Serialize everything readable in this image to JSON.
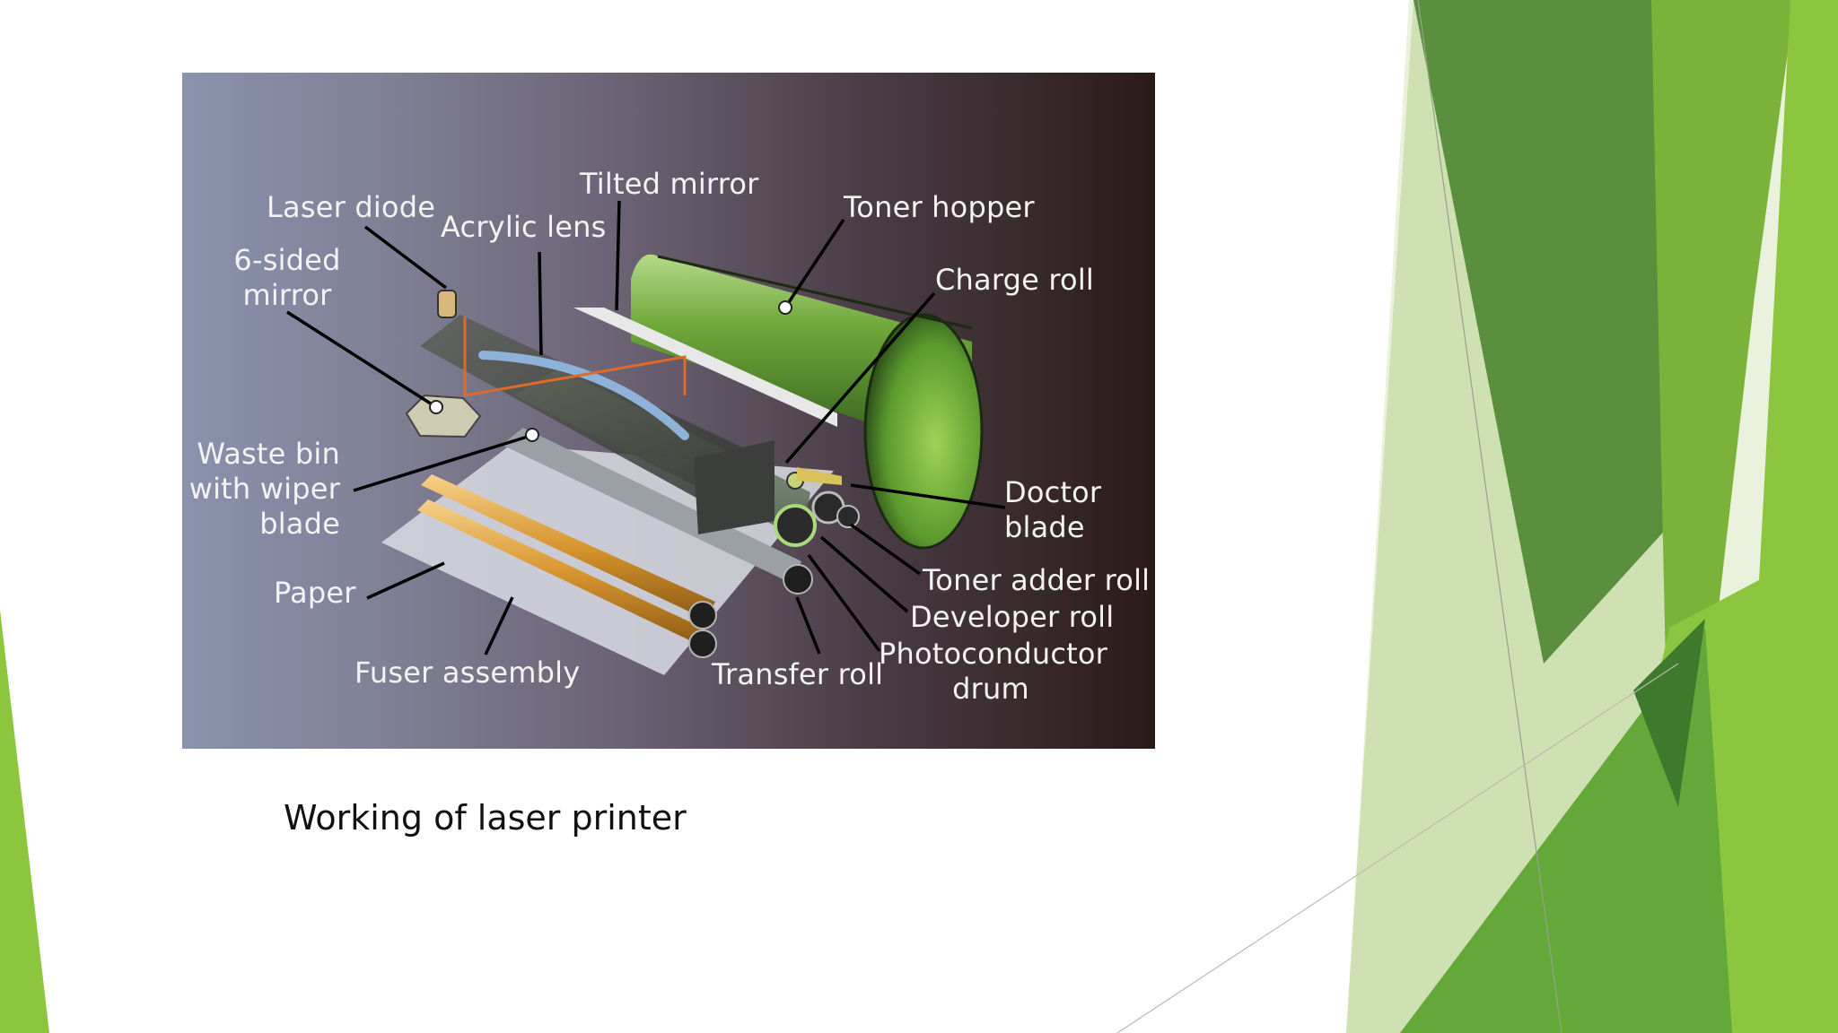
{
  "slide": {
    "caption": "Working of laser printer",
    "theme_colors": {
      "dark_green": "#4f8a3a",
      "mid_green": "#6aa83a",
      "light_green": "#8cc63f",
      "pale_green": "#cfe0b2"
    }
  },
  "figure": {
    "labels": {
      "laser_diode": "Laser diode",
      "six_sided_mirror": [
        "6-sided",
        "mirror"
      ],
      "acrylic_lens": "Acrylic lens",
      "tilted_mirror": "Tilted mirror",
      "toner_hopper": "Toner hopper",
      "charge_roll": "Charge roll",
      "waste_bin": [
        "Waste bin",
        "with wiper",
        "blade"
      ],
      "doctor_blade": [
        "Doctor",
        "blade"
      ],
      "toner_adder_roll": "Toner adder roll",
      "developer_roll": "Developer roll",
      "photoconductor_drum": [
        "Photoconductor",
        "drum"
      ],
      "paper": "Paper",
      "fuser_assembly": "Fuser assembly",
      "transfer_roll": "Transfer roll"
    }
  }
}
